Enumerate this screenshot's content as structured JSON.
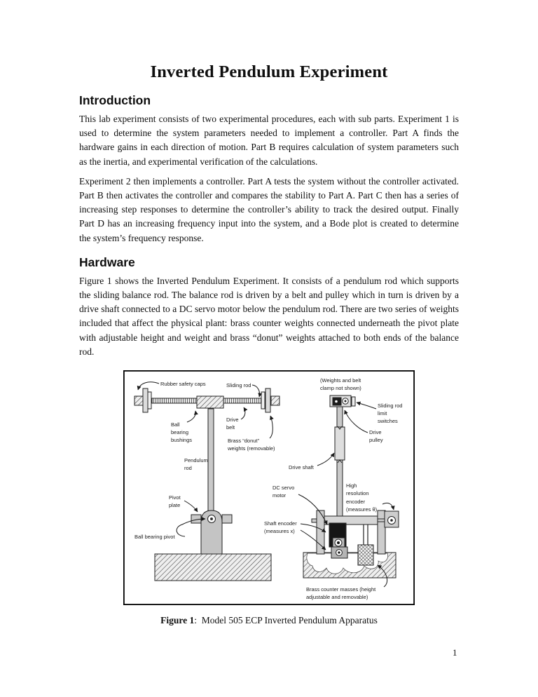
{
  "document": {
    "title": "Inverted Pendulum Experiment",
    "page_number": "1",
    "sections": [
      {
        "heading": "Introduction",
        "paragraphs": [
          "This lab experiment consists of two experimental procedures, each with sub parts. Experiment 1 is used to determine the system parameters needed to implement a controller. Part A finds the hardware gains in each direction of motion. Part B requires calculation of system parameters such as the inertia, and experimental verification of the calculations.",
          "Experiment 2 then implements a controller. Part A tests the system without the controller activated. Part B then activates the controller and compares the stability to Part A. Part C then has a series of increasing step responses to determine the controller’s ability to track the desired output. Finally Part D has an increasing frequency input into the system, and a Bode plot is created to determine the system’s frequency response."
        ]
      },
      {
        "heading": "Hardware",
        "paragraphs": [
          "Figure 1 shows the Inverted Pendulum Experiment. It consists of a pendulum rod which supports the sliding balance rod. The balance rod is driven by a belt and pulley which in turn is driven by a drive shaft connected to a DC servo motor below the pendulum rod. There are two series of weights included that affect the physical plant: brass counter weights connected underneath the pivot plate with adjustable height and weight and brass “donut” weights attached to both ends of the balance rod."
        ]
      }
    ],
    "figure": {
      "caption_label": "Figure 1",
      "caption_rest": ":  Model 505 ECP Inverted Pendulum Apparatus",
      "labels": {
        "rubber_safety_caps": [
          "Rubber safety caps"
        ],
        "sliding_rod": [
          "Sliding rod"
        ],
        "weights_note": [
          "(Weights and belt",
          "clamp not shown)"
        ],
        "sliding_rod_limit_switches": [
          "Sliding rod",
          "limit",
          "switches"
        ],
        "ball_bearing_bushings": [
          "Ball",
          "bearing",
          "bushings"
        ],
        "drive_belt": [
          "Drive",
          "belt"
        ],
        "brass_donut_weights": [
          "Brass “donut”",
          "weights (removable)"
        ],
        "drive_pulley": [
          "Drive",
          "pulley"
        ],
        "pendulum_rod": [
          "Pendulum",
          "rod"
        ],
        "drive_shaft": [
          "Drive shaft"
        ],
        "dc_servo_motor": [
          "DC servo",
          "motor"
        ],
        "high_resolution_encoder": [
          "High",
          "resolution",
          "encoder",
          "(measures θ)"
        ],
        "pivot_plate": [
          "Pivot",
          "plate"
        ],
        "shaft_encoder": [
          "Shaft encoder",
          "(measures x)"
        ],
        "ball_bearing_pivot": [
          "Ball bearing pivot"
        ],
        "brass_counter_masses": [
          "Brass counter masses (height",
          "adjustable and removable)"
        ]
      }
    }
  }
}
